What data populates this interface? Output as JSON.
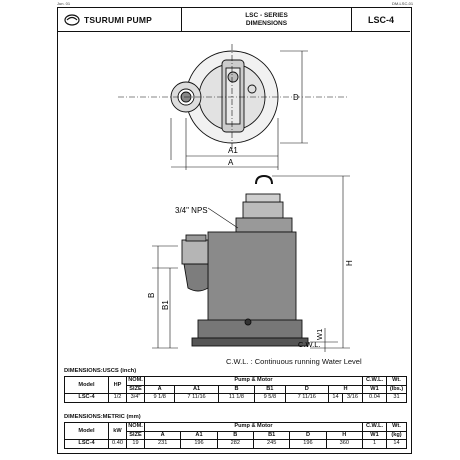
{
  "page": {
    "date": "Jun. 01",
    "doc_code": "DM-LSC-01"
  },
  "header": {
    "brand": "TSURUMI PUMP",
    "series": "LSC - SERIES",
    "subtitle": "DIMENSIONS",
    "model": "LSC-4"
  },
  "drawing": {
    "label_a1": "A1",
    "label_a": "A",
    "label_d": "D",
    "label_nps": "3/4\" NPS",
    "label_b": "B",
    "label_b1": "B1",
    "label_h": "H",
    "label_w1": "W1",
    "label_cwl": "C.W.L.",
    "cwl_note": "C.W.L. : Continuous running Water Level"
  },
  "uscs": {
    "title": "DIMENSIONS:USCS (inch)",
    "head1": {
      "model": "Model",
      "power": "HP",
      "nom": "NOM.",
      "pump_motor": "Pump & Motor",
      "cwl": "C.W.L.",
      "wt": "Wt."
    },
    "head2": {
      "size": "SIZE",
      "a": "A",
      "a1": "A1",
      "b": "B",
      "b1": "B1",
      "d": "D",
      "h": "H",
      "w1": "W1",
      "wt_unit": "(lbs.)"
    },
    "row": {
      "model": "LSC-4",
      "power": "1/2",
      "size": "3/4\"",
      "a": "9 1/8",
      "a1": "7 11/16",
      "b": "11 1/8",
      "b1": "9 5/8",
      "d": "7 11/16",
      "h1": "14",
      "h2": "3/16",
      "w1": "0.04",
      "wt": "31"
    }
  },
  "metric": {
    "title": "DIMENSIONS:METRIC (mm)",
    "head1": {
      "model": "Model",
      "power": "kW",
      "nom": "NOM.",
      "pump_motor": "Pump & Motor",
      "cwl": "C.W.L.",
      "wt": "Wt."
    },
    "head2": {
      "size": "SIZE",
      "a": "A",
      "a1": "A1",
      "b": "B",
      "b1": "B1",
      "d": "D",
      "h": "H",
      "w1": "W1",
      "wt_unit": "(kg)"
    },
    "row": {
      "model": "LSC-4",
      "power": "0.40",
      "size": "19",
      "a": "231",
      "a1": "196",
      "b": "282",
      "b1": "245",
      "d": "196",
      "h": "360",
      "w1": "1",
      "wt": "14"
    }
  }
}
